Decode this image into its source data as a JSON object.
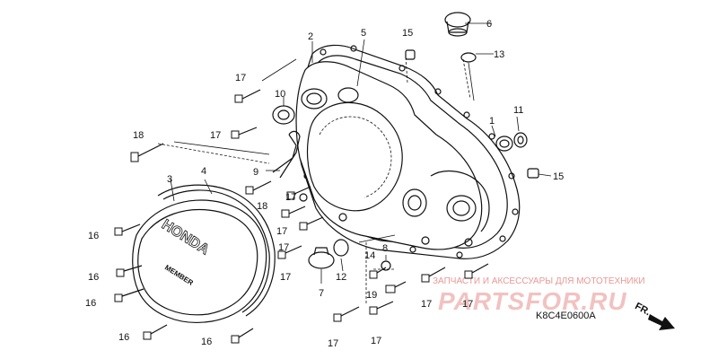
{
  "diagram": {
    "callouts": {
      "c1": "1",
      "c2": "2",
      "c3": "3",
      "c4": "4",
      "c5": "5",
      "c6": "6",
      "c7": "7",
      "c8": "8",
      "c9": "9",
      "c10": "10",
      "c11": "11",
      "c12": "12",
      "c13": "13",
      "c14": "14",
      "c15": "15",
      "c16": "16",
      "c17": "17",
      "c18": "18",
      "c19": "19"
    },
    "cover_text_1": "HONDA",
    "cover_text_2": "MEMBER",
    "drawing_code": "K8C4E0600A",
    "direction_label": "FR."
  },
  "watermark": {
    "tagline": "ЗАПЧАСТИ И АКСЕССУАРЫ ДЛЯ МОТОТЕХНИКИ",
    "logo_text": "PARTSFOR.RU"
  },
  "colors": {
    "watermark_red": "#d9534f",
    "line": "#111111"
  }
}
